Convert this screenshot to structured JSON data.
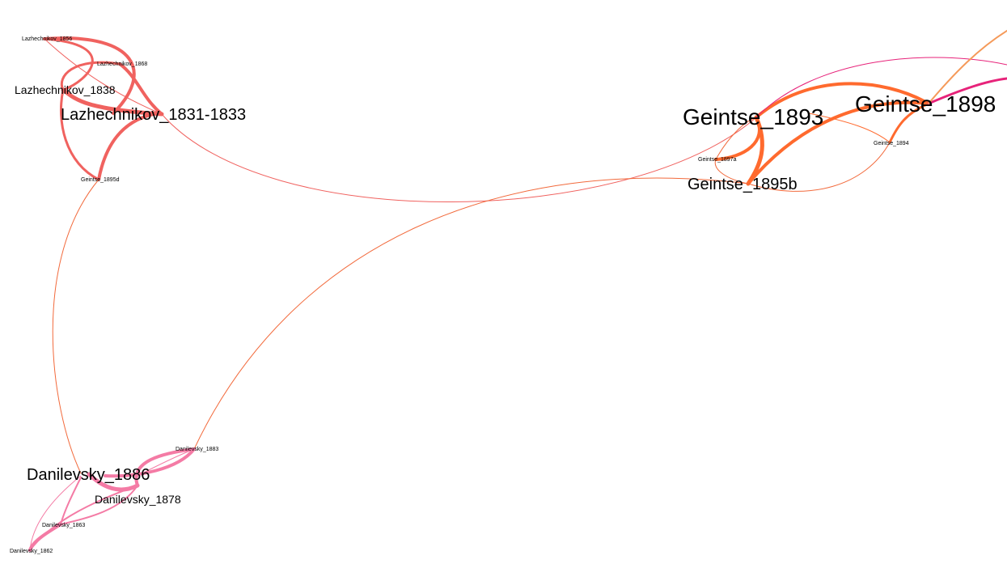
{
  "colors": {
    "lazhechnikov": "#f0625f",
    "geintse": "#ff6a2e",
    "geintse_light": "#f59a5a",
    "danilevsky": "#f47ba5",
    "magenta": "#e7237a",
    "bridge": "#f26a3c"
  },
  "nodes": [
    {
      "id": "lazhechnikov_1856",
      "label": "Lazhechnikov_1856"
    },
    {
      "id": "lazhechnikov_1868",
      "label": "Lazhechnikov_1868"
    },
    {
      "id": "lazhechnikov_1838",
      "label": "Lazhechnikov_1838"
    },
    {
      "id": "lazhechnikov_1831",
      "label": "Lazhechnikov_1831-1833"
    },
    {
      "id": "geintse_1895d",
      "label": "Geintse_1895d"
    },
    {
      "id": "geintse_1893",
      "label": "Geintse_1893"
    },
    {
      "id": "geintse_1898",
      "label": "Geintse_1898"
    },
    {
      "id": "geintse_1897a",
      "label": "Geintse_1897a"
    },
    {
      "id": "geintse_1895b",
      "label": "Geintse_1895b"
    },
    {
      "id": "geintse_1894",
      "label": "Geintse_1894"
    },
    {
      "id": "danilevsky_1883",
      "label": "Danilevsky_1883"
    },
    {
      "id": "danilevsky_1886",
      "label": "Danilevsky_1886"
    },
    {
      "id": "danilevsky_1878",
      "label": "Danilevsky_1878"
    },
    {
      "id": "danilevsky_1863",
      "label": "Danilevsky_1863"
    },
    {
      "id": "danilevsky_1862",
      "label": "Danilevsky_1862"
    }
  ]
}
